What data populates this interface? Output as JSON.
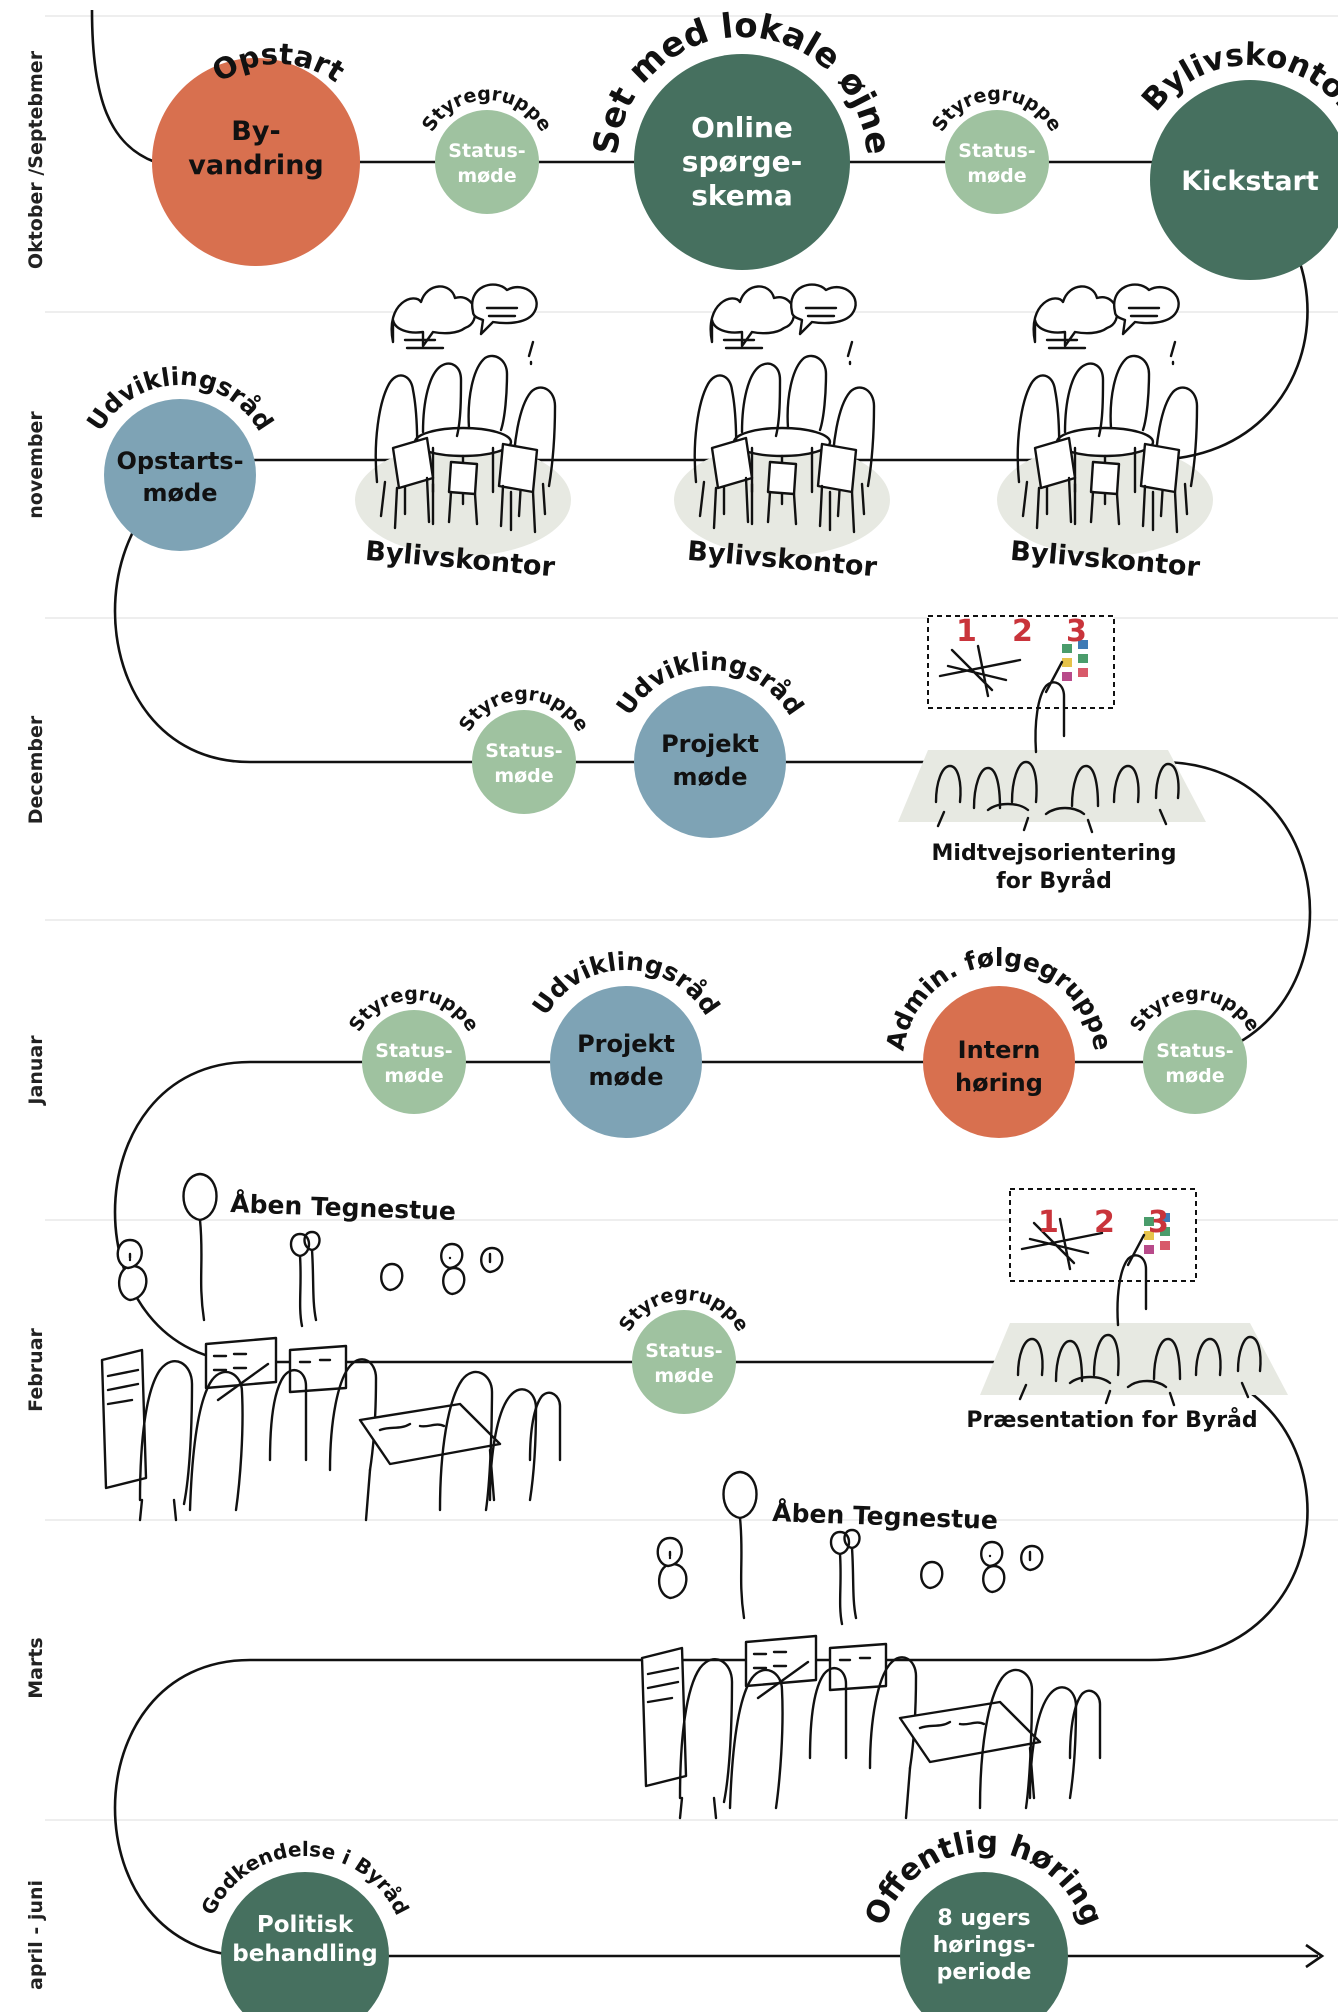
{
  "colors": {
    "orange": "#d8704f",
    "dark_green": "#46705f",
    "light_green": "#9fc2a0",
    "blue": "#7ea3b5",
    "ground": "#e7e9e2",
    "line": "#111111"
  },
  "months": [
    "Oktober /Septebmer",
    "november",
    "December",
    "Januar",
    "Februar",
    "Marts",
    "april - juni"
  ],
  "row1": {
    "opstart_arc": "Opstart",
    "byvandring_l1": "By-",
    "byvandring_l2": "vandring",
    "styregruppe_a": "Styregruppe",
    "status_a_l1": "Status-",
    "status_a_l2": "møde",
    "lokale_arc": "Set med lokale øjne",
    "online_l1": "Online",
    "online_l2": "spørge-",
    "online_l3": "skema",
    "styregruppe_b": "Styregruppe",
    "status_b_l1": "Status-",
    "status_b_l2": "møde",
    "bylivskontor_arc": "Bylivskontor",
    "kickstart": "Kickstart"
  },
  "row2": {
    "udviklingsraad_arc": "Udviklingsråd",
    "opstart_l1": "Opstarts-",
    "opstart_l2": "møde",
    "bylivskontor_1": "Bylivskontor",
    "bylivskontor_2": "Bylivskontor",
    "bylivskontor_3": "Bylivskontor"
  },
  "row3": {
    "styregruppe": "Styregruppe",
    "status_l1": "Status-",
    "status_l2": "møde",
    "udviklingsraad_arc": "Udviklingsråd",
    "projekt_l1": "Projekt",
    "projekt_l2": "møde",
    "board_numbers": [
      "1",
      "2",
      "3"
    ],
    "midtvejs_l1": "Midtvejsorientering",
    "midtvejs_l2": "for Byråd"
  },
  "row4": {
    "styregruppe_a": "Styregruppe",
    "status_a_l1": "Status-",
    "status_a_l2": "møde",
    "udviklingsraad_arc": "Udviklingsråd",
    "projekt_l1": "Projekt",
    "projekt_l2": "møde",
    "admin_arc": "Admin. følgegruppe",
    "intern_l1": "Intern",
    "intern_l2": "høring",
    "styregruppe_b": "Styregruppe",
    "status_b_l1": "Status-",
    "status_b_l2": "møde"
  },
  "row5": {
    "aaben_tegnestue": "Åben Tegnestue",
    "styregruppe": "Styregruppe",
    "status_l1": "Status-",
    "status_l2": "møde",
    "board_numbers": [
      "1",
      "2",
      "3"
    ],
    "praesentation": "Præsentation for Byråd"
  },
  "row6": {
    "aaben_tegnestue": "Åben Tegnestue"
  },
  "row7": {
    "godkendelse_arc": "Godkendelse i Byråd",
    "politisk_l1": "Politisk",
    "politisk_l2": "behandling",
    "offentlig_arc": "Offentlig høring",
    "hoering_l1": "8 ugers",
    "hoering_l2": "hørings-",
    "hoering_l3": "periode"
  }
}
